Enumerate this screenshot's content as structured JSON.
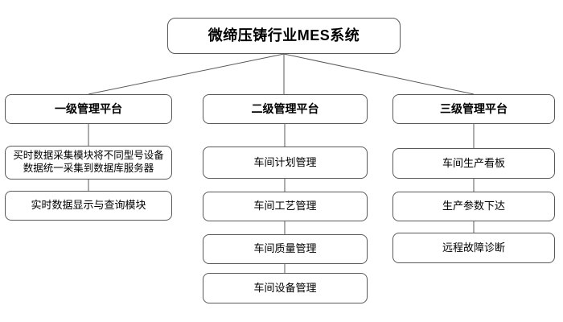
{
  "diagram": {
    "title": "微缔压铸行业MES系统",
    "columns": [
      {
        "header": "一级管理平台",
        "items": [
          "买时数据采集模块将不同型号设备数据统一采集到数据库服务器",
          "实时数据显示与查询模块"
        ]
      },
      {
        "header": "二级管理平台",
        "items": [
          "车间计划管理",
          "车间工艺管理",
          "车间质量管理",
          "车间设备管理"
        ]
      },
      {
        "header": "三级管理平台",
        "items": [
          "车间生产看板",
          "生产参数下达",
          "远程故障诊断"
        ]
      }
    ],
    "colors": {
      "border": "#595959",
      "connector": "#595959",
      "text": "#000000",
      "background": "#ffffff"
    }
  }
}
